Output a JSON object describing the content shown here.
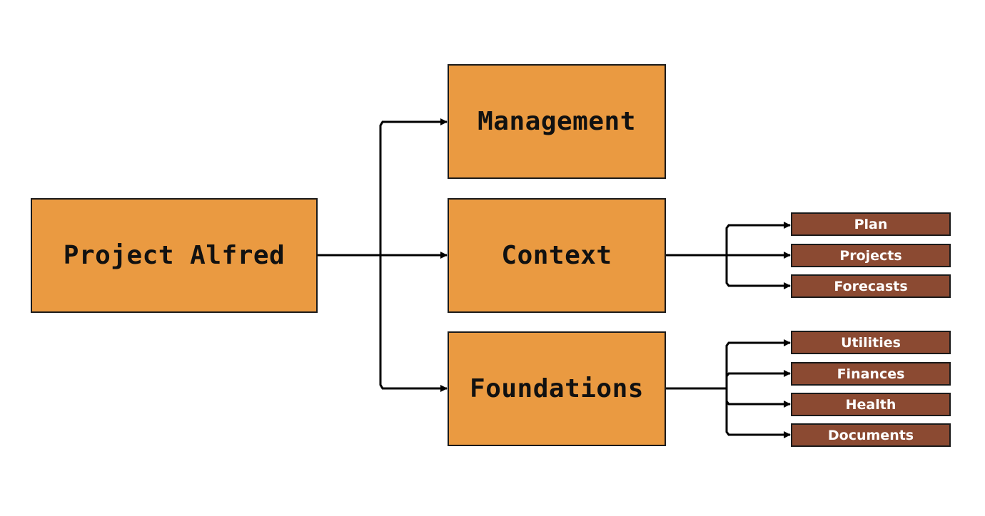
{
  "diagram": {
    "root": {
      "label": "Project Alfred"
    },
    "branches": {
      "management": {
        "label": "Management",
        "children": []
      },
      "context": {
        "label": "Context",
        "children": [
          "Plan",
          "Projects",
          "Forecasts"
        ]
      },
      "foundations": {
        "label": "Foundations",
        "children": [
          "Utilities",
          "Finances",
          "Health",
          "Documents"
        ]
      }
    }
  },
  "colors": {
    "primary_fill": "#ea9a41",
    "leaf_fill": "#8b4a32",
    "border": "#1a1a1a",
    "connector": "#000000",
    "leaf_text": "#ffffff",
    "primary_text": "#111111"
  }
}
